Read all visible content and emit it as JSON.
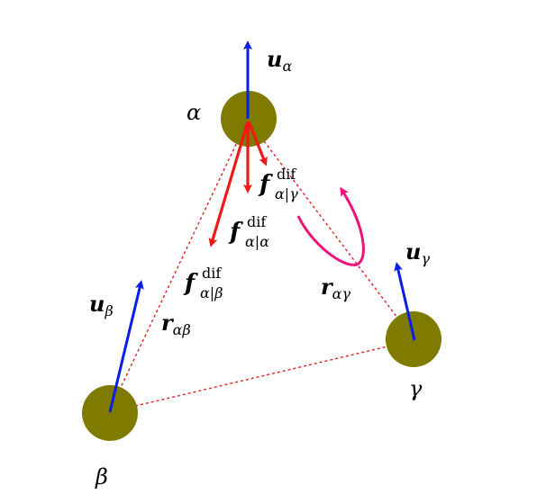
{
  "colors": {
    "particle": "#7f7a00",
    "velocity": "#0a1fe6",
    "force": "#f01818",
    "dashed": "#e02020",
    "rotation": "#f0127a",
    "text": "#000000"
  },
  "particles": {
    "alpha": {
      "label": "α"
    },
    "beta": {
      "label": "β"
    },
    "gamma": {
      "label": "γ"
    }
  },
  "velocities": {
    "alpha": {
      "base": "u",
      "sub": "α"
    },
    "beta": {
      "base": "u",
      "sub": "β"
    },
    "gamma": {
      "base": "u",
      "sub": "γ"
    }
  },
  "forces": {
    "alpha_gamma": {
      "base": "f",
      "sup": "dif",
      "sub": "α|γ"
    },
    "alpha_alpha": {
      "base": "f",
      "sup": "dif",
      "sub": "α|α"
    },
    "alpha_beta": {
      "base": "f",
      "sup": "dif",
      "sub": "α|β"
    }
  },
  "distances": {
    "alpha_beta": {
      "base": "r",
      "sub": "αβ"
    },
    "alpha_gamma": {
      "base": "r",
      "sub": "αγ"
    }
  }
}
